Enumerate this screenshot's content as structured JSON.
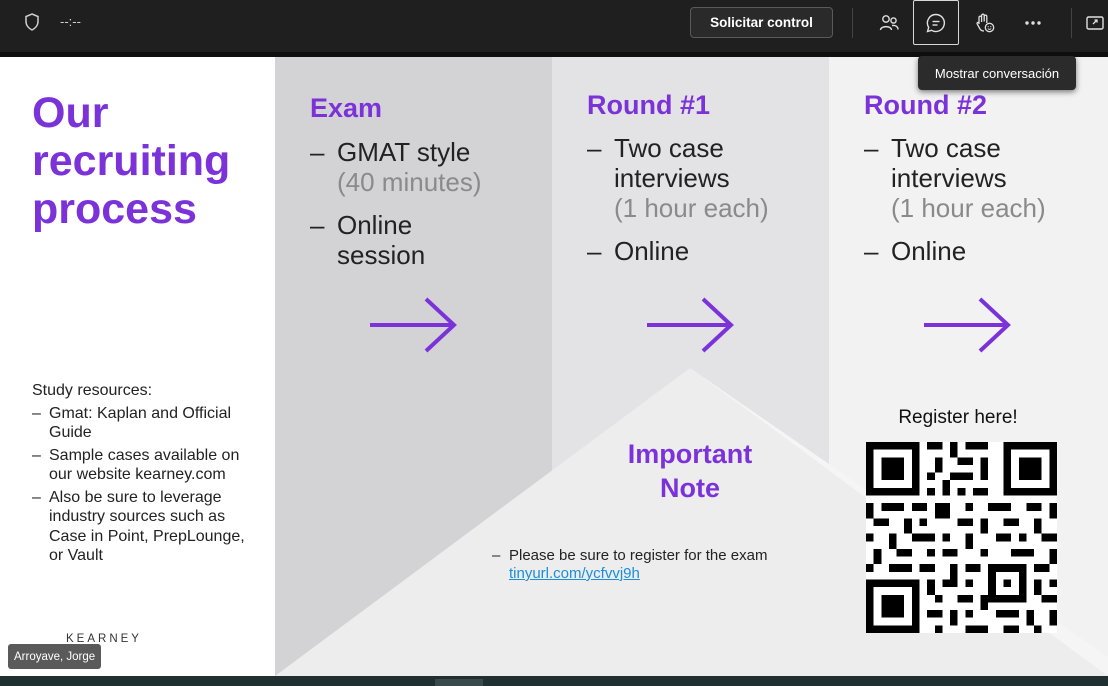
{
  "topbar": {
    "timer": "--:--",
    "request_control": "Solicitar control",
    "icons": [
      "shield-icon",
      "participants-icon",
      "chat-icon",
      "raise-hand-icon",
      "more-icon",
      "share-icon"
    ],
    "tooltip": "Mostrar conversación"
  },
  "slide": {
    "title": "Our recruiting process",
    "study": {
      "heading": "Study resources:",
      "items": [
        "Gmat: Kaplan and Official Guide",
        "Sample cases available on our website kearney.com",
        "Also be sure to leverage industry sources such as Case in Point, PrepLounge, or Vault"
      ]
    },
    "brand": "KEARNEY",
    "phases": [
      {
        "title": "Exam",
        "items": [
          {
            "main": "GMAT style",
            "sub": "(40 minutes)"
          },
          {
            "main": "Online session",
            "sub": ""
          }
        ]
      },
      {
        "title": "Round #1",
        "items": [
          {
            "main": "Two case interviews",
            "sub": "(1 hour each)"
          },
          {
            "main": "Online",
            "sub": ""
          }
        ]
      },
      {
        "title": "Round #2",
        "items": [
          {
            "main": "Two case interviews",
            "sub": "(1 hour each)"
          },
          {
            "main": "Online",
            "sub": ""
          }
        ]
      }
    ],
    "note": {
      "title": "Important Note",
      "text": "Please be sure to register for the exam",
      "link": "tinyurl.com/ycfvvj9h"
    },
    "register": "Register here!"
  },
  "participant": {
    "name": "Arroyave, Jorge"
  },
  "colors": {
    "accent": "#7b33d9",
    "link": "#1a8fd9",
    "topbar": "#1f1f1f"
  }
}
